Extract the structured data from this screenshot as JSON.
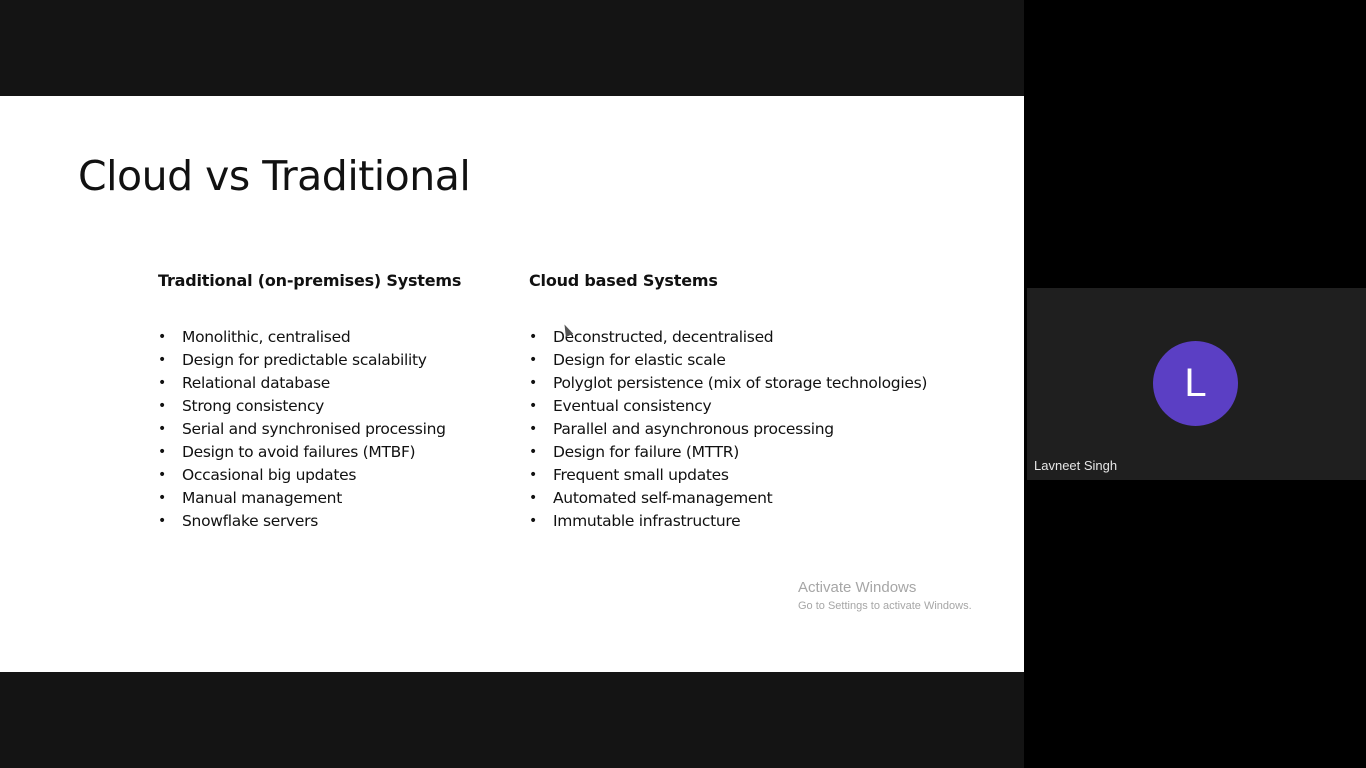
{
  "slide": {
    "title": "Cloud vs Traditional",
    "left_column": {
      "heading": "Traditional (on-premises) Systems",
      "items": [
        "Monolithic, centralised",
        "Design for predictable scalability",
        "Relational database",
        "Strong consistency",
        "Serial and synchronised processing",
        "Design to avoid failures (MTBF)",
        "Occasional big updates",
        "Manual management",
        "Snowflake servers"
      ]
    },
    "right_column": {
      "heading": "Cloud based Systems",
      "items": [
        "Deconstructed, decentralised",
        "Design for elastic scale",
        "Polyglot persistence (mix of storage technologies)",
        "Eventual consistency",
        "Parallel and asynchronous processing",
        "Design for failure (MTTR)",
        "Frequent small updates",
        "Automated self-management",
        "Immutable infrastructure"
      ]
    },
    "bullet_glyph": "•"
  },
  "watermark": {
    "title": "Activate Windows",
    "subtitle": "Go to Settings to activate Windows."
  },
  "participant": {
    "initial": "L",
    "name": "Lavneet Singh",
    "avatar_color": "#5b3fc4"
  },
  "colors": {
    "share_background": "#141414",
    "slide_background": "#ffffff",
    "tile_background": "#1f1f1f"
  }
}
